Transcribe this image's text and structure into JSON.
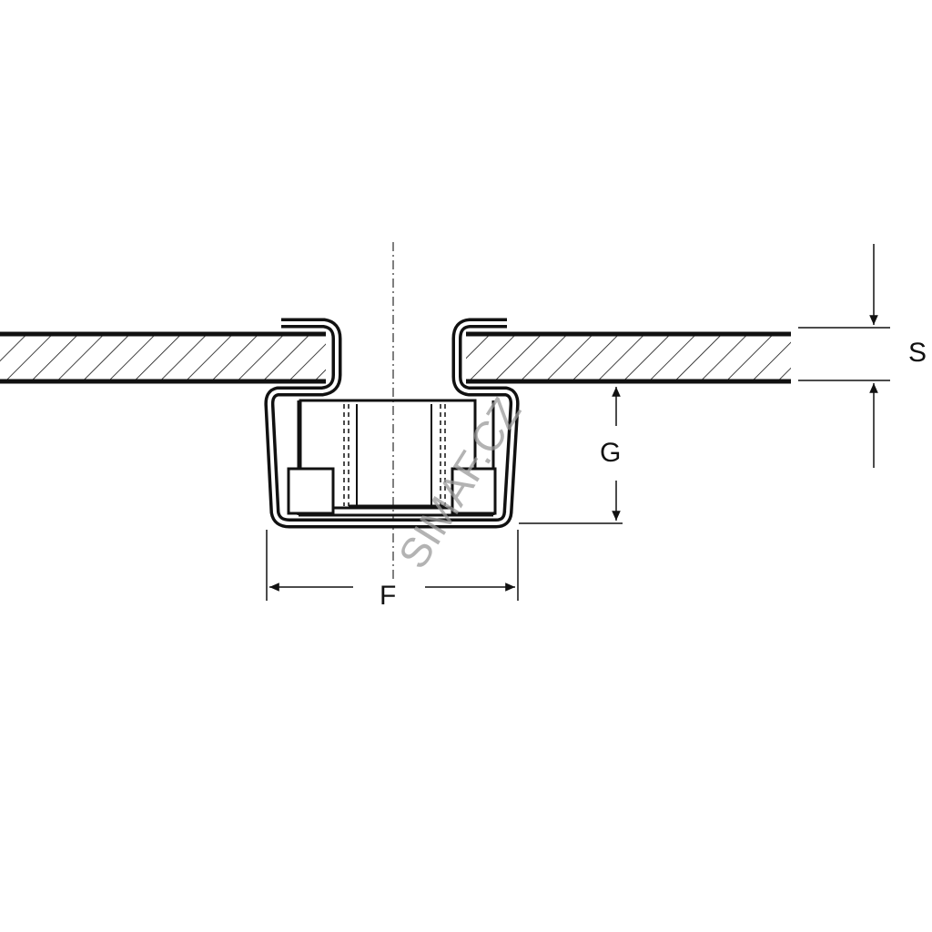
{
  "diagram": {
    "dimension_labels": {
      "s": "S",
      "g": "G",
      "f": "F"
    },
    "watermark": "SIMAF.CZ",
    "colors": {
      "line": "#111111",
      "background": "#ffffff",
      "watermark": "#9a9a9a"
    }
  }
}
